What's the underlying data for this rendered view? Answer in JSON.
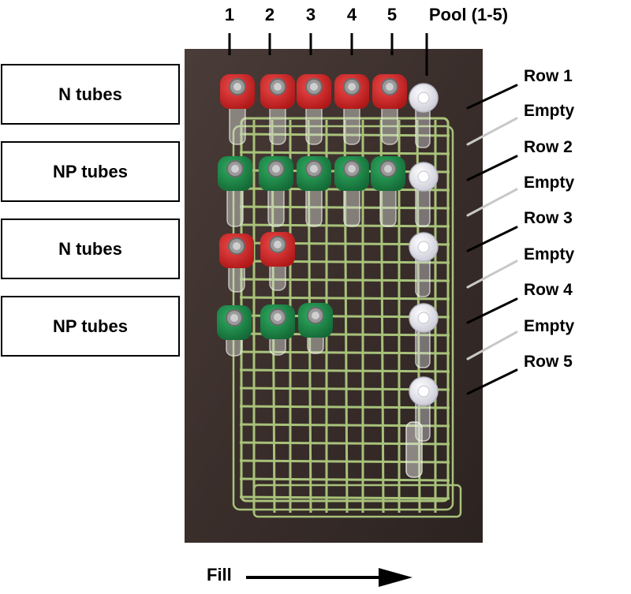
{
  "left_labels": [
    "N tubes",
    "NP tubes",
    "N tubes",
    "NP tubes"
  ],
  "column_labels": [
    "1",
    "2",
    "3",
    "4",
    "5",
    "Pool (1-5)"
  ],
  "row_labels": [
    "Row 1",
    "Empty",
    "Row 2",
    "Empty",
    "Row 3",
    "Empty",
    "Row 4",
    "Empty",
    "Row 5"
  ],
  "fill_label": "Fill",
  "colors": {
    "background_photo": "#3b2f2c",
    "rack_wire": "#a8c27a",
    "red_cap": "#d62a2a",
    "green_cap": "#1f8a4a",
    "pool_cap": "#e6e6ef",
    "pointer_black": "#000000",
    "pointer_gray": "#c8c8c8"
  }
}
